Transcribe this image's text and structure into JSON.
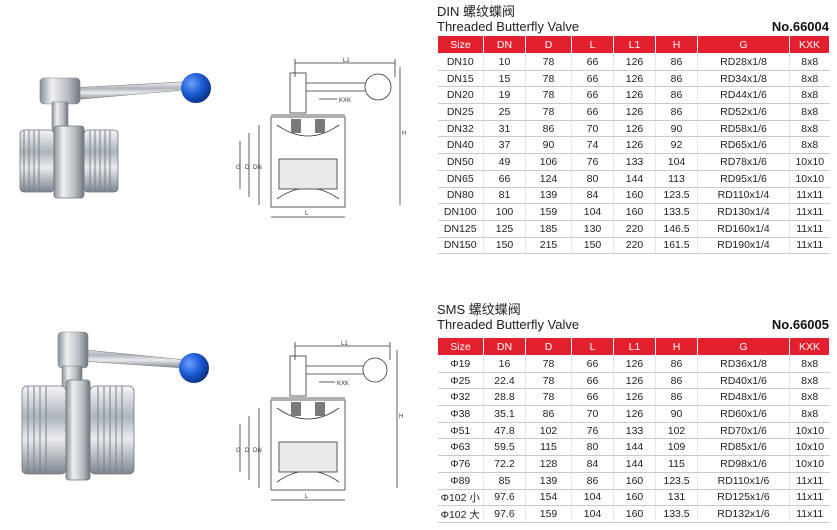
{
  "din": {
    "title_cn": "DIN 螺纹蝶阀",
    "title_en": "Threaded Butterfly Valve",
    "model_no": "No.66004",
    "columns": [
      "Size",
      "DN",
      "D",
      "L",
      "L1",
      "H",
      "G",
      "KXK"
    ],
    "rows": [
      [
        "DN10",
        "10",
        "78",
        "66",
        "126",
        "86",
        "RD28x1/8",
        "8x8"
      ],
      [
        "DN15",
        "15",
        "78",
        "66",
        "126",
        "86",
        "RD34x1/8",
        "8x8"
      ],
      [
        "DN20",
        "19",
        "78",
        "66",
        "126",
        "86",
        "RD44x1/6",
        "8x8"
      ],
      [
        "DN25",
        "25",
        "78",
        "66",
        "126",
        "86",
        "RD52x1/6",
        "8x8"
      ],
      [
        "DN32",
        "31",
        "86",
        "70",
        "126",
        "90",
        "RD58x1/6",
        "8x8"
      ],
      [
        "DN40",
        "37",
        "90",
        "74",
        "126",
        "92",
        "RD65x1/6",
        "8x8"
      ],
      [
        "DN50",
        "49",
        "106",
        "76",
        "133",
        "104",
        "RD78x1/6",
        "10x10"
      ],
      [
        "DN65",
        "66",
        "124",
        "80",
        "144",
        "113",
        "RD95x1/6",
        "10x10"
      ],
      [
        "DN80",
        "81",
        "139",
        "84",
        "160",
        "123.5",
        "RD110x1/4",
        "11x11"
      ],
      [
        "DN100",
        "100",
        "159",
        "104",
        "160",
        "133.5",
        "RD130x1/4",
        "11x11"
      ],
      [
        "DN125",
        "125",
        "185",
        "130",
        "220",
        "146.5",
        "RD160x1/4",
        "11x11"
      ],
      [
        "DN150",
        "150",
        "215",
        "150",
        "220",
        "161.5",
        "RD190x1/4",
        "11x11"
      ]
    ],
    "drawing_labels": {
      "l1": "L1",
      "kxk": "KXK",
      "h": "H",
      "g": "G",
      "d": "D",
      "dn": "DN",
      "l": "L"
    }
  },
  "sms": {
    "title_cn": "SMS 螺纹蝶阀",
    "title_en": "Threaded Butterfly Valve",
    "model_no": "No.66005",
    "columns": [
      "Size",
      "DN",
      "D",
      "L",
      "L1",
      "H",
      "G",
      "KXK"
    ],
    "rows": [
      [
        "Φ19",
        "16",
        "78",
        "66",
        "126",
        "86",
        "RD36x1/8",
        "8x8"
      ],
      [
        "Φ25",
        "22.4",
        "78",
        "66",
        "126",
        "86",
        "RD40x1/6",
        "8x8"
      ],
      [
        "Φ32",
        "28.8",
        "78",
        "66",
        "126",
        "86",
        "RD48x1/6",
        "8x8"
      ],
      [
        "Φ38",
        "35.1",
        "86",
        "70",
        "126",
        "90",
        "RD60x1/6",
        "8x8"
      ],
      [
        "Φ51",
        "47.8",
        "102",
        "76",
        "133",
        "102",
        "RD70x1/6",
        "10x10"
      ],
      [
        "Φ63",
        "59.5",
        "115",
        "80",
        "144",
        "109",
        "RD85x1/6",
        "10x10"
      ],
      [
        "Φ76",
        "72.2",
        "128",
        "84",
        "144",
        "115",
        "RD98x1/6",
        "10x10"
      ],
      [
        "Φ89",
        "85",
        "139",
        "86",
        "160",
        "123.5",
        "RD110x1/6",
        "11x11"
      ],
      [
        "Φ102 小",
        "97.6",
        "154",
        "104",
        "160",
        "131",
        "RD125x1/6",
        "11x11"
      ],
      [
        "Φ102 大",
        "97.6",
        "159",
        "104",
        "160",
        "133.5",
        "RD132x1/6",
        "11x11"
      ]
    ],
    "drawing_labels": {
      "l1": "L1",
      "kxk": "KXK",
      "h": "H",
      "g": "G",
      "d": "D",
      "dn": "DN",
      "l": "L"
    }
  },
  "colors": {
    "header_red": "#e5202e",
    "handle_knob_blue": "#1e5fd8",
    "steel": "#c8ccd2"
  }
}
